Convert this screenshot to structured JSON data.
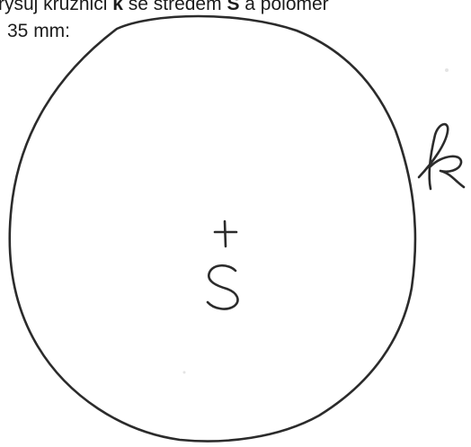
{
  "instruction": {
    "prefix": "rýsuj kružnici ",
    "circle_var": "k",
    "middle": " se středem ",
    "center_var": "S",
    "suffix": " a poloměr",
    "radius_text": "35 mm:"
  },
  "handwriting": {
    "center_label": "S",
    "circle_label": "k"
  }
}
